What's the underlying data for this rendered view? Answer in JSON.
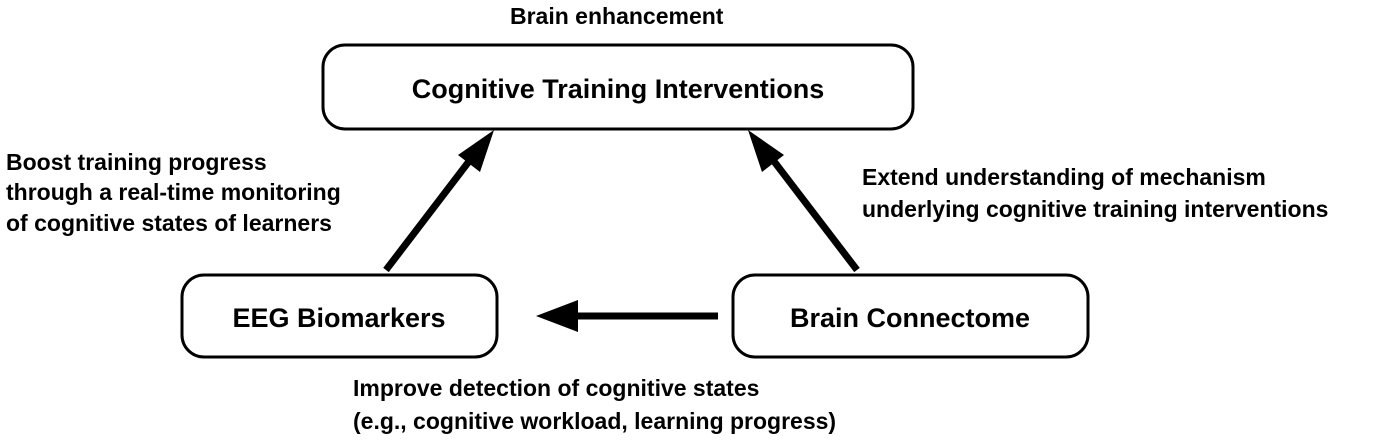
{
  "diagram": {
    "top_label": "Brain enhancement",
    "nodes": {
      "training": "Cognitive Training Interventions",
      "eeg": "EEG Biomarkers",
      "connectome": "Brain Connectome"
    },
    "edge_labels": {
      "eeg_to_training": [
        "Boost training progress",
        "through a real-time monitoring",
        "of cognitive states of learners"
      ],
      "connectome_to_training": [
        "Extend understanding of mechanism",
        "underlying cognitive training interventions"
      ],
      "connectome_to_eeg": [
        "Improve detection of cognitive states",
        "(e.g., cognitive workload, learning progress)"
      ]
    }
  }
}
